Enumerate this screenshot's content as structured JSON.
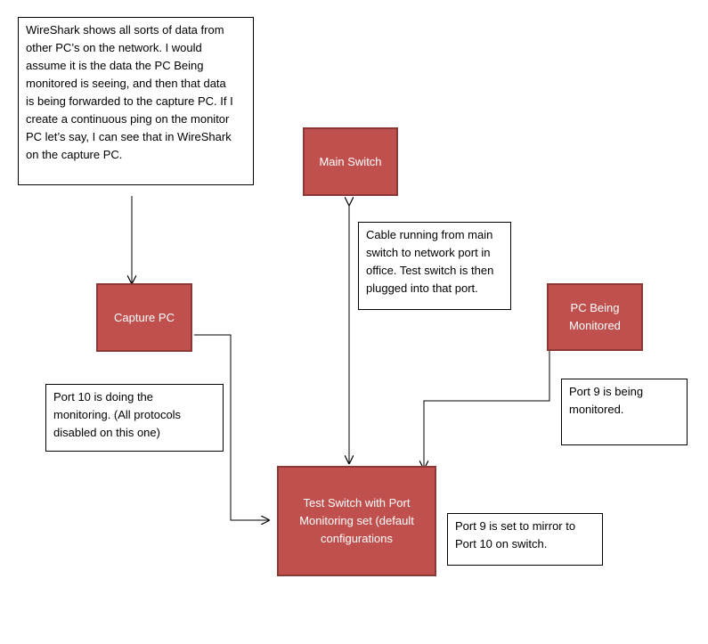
{
  "diagram": {
    "notes": {
      "wireshark_note": "WireShark shows all sorts of data from\nother PC’s on the network. I would\nassume it is the data the PC Being\nmonitored is seeing, and then that data\nis being forwarded to the capture PC. If I\ncreate a continuous ping on the monitor\nPC let’s say, I can see that in WireShark\non the capture PC.",
      "cable_note": "Cable running from main\nswitch to network port in\noffice. Test switch is then\nplugged into that port.",
      "port10_note": "Port 10 is doing the\nmonitoring. (All protocols\ndisabled on this one)",
      "port9_monitored_note": "Port 9 is being\nmonitored.",
      "port9_mirror_note": "Port 9 is set to mirror to\nPort 10 on switch."
    },
    "nodes": {
      "main_switch": "Main Switch",
      "capture_pc": "Capture PC",
      "pc_being_monitored": "PC Being\nMonitored",
      "test_switch": "Test Switch with Port\nMonitoring set (default\nconfigurations"
    },
    "colors": {
      "node_fill": "#c0504d",
      "node_border": "#8c3836",
      "line": "#000000"
    }
  }
}
